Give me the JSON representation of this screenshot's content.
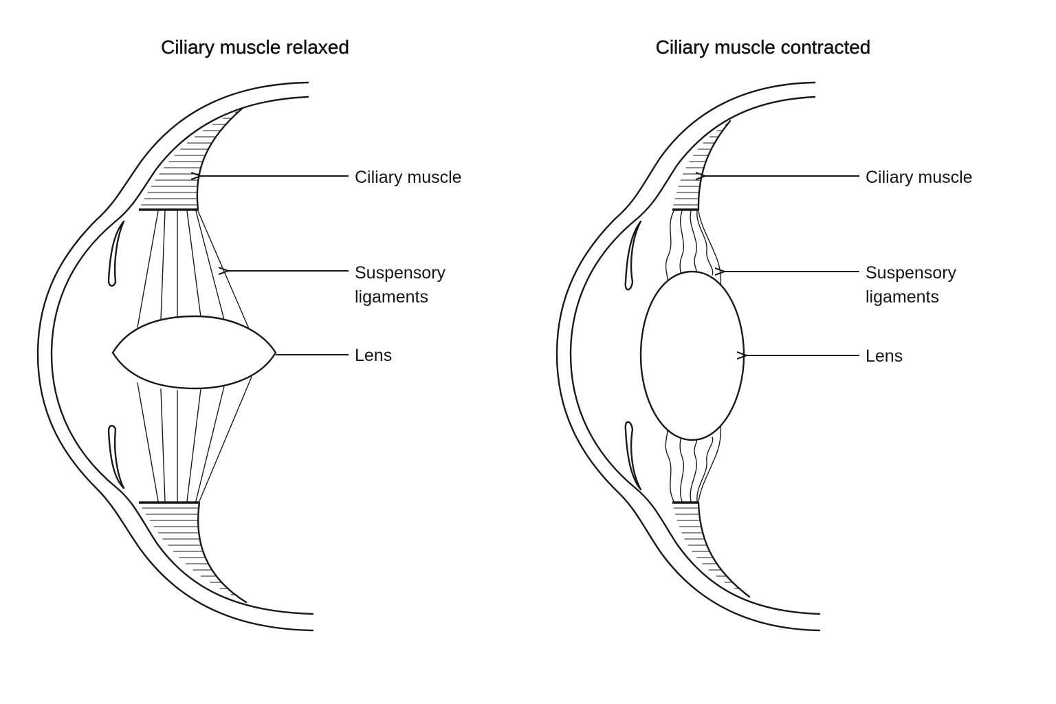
{
  "panels": [
    {
      "title": "Ciliary muscle relaxed",
      "labels": {
        "ciliary_muscle": "Ciliary muscle",
        "suspensory_line1": "Suspensory",
        "suspensory_line2": "ligaments",
        "lens": "Lens"
      }
    },
    {
      "title": "Ciliary muscle contracted",
      "labels": {
        "ciliary_muscle": "Ciliary muscle",
        "suspensory_line1": "Suspensory",
        "suspensory_line2": "ligaments",
        "lens": "Lens"
      }
    }
  ],
  "colors": {
    "ink": "#1a1a1a",
    "background": "#ffffff"
  }
}
